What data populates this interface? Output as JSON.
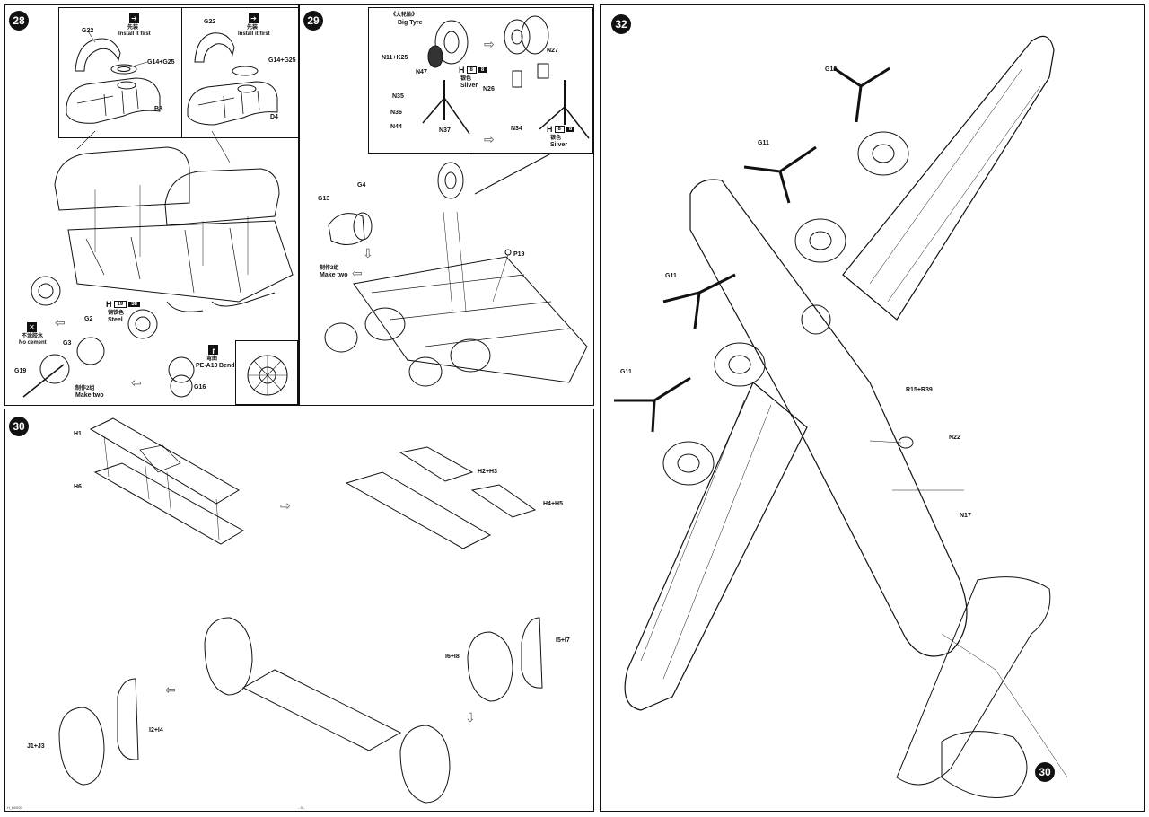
{
  "step28": {
    "number": "28",
    "inset_a": {
      "g22": "G22",
      "install_cn": "先装",
      "install_en": "Install it first",
      "g14g25": "G14+G25",
      "b8": "B8"
    },
    "inset_b": {
      "g22": "G22",
      "install_cn": "先装",
      "install_en": "Install it first",
      "g14g25": "G14+G25",
      "d4": "D4"
    },
    "paint": {
      "h": "H",
      "code": "19",
      "code2": "38",
      "cn": "钢铁色",
      "en": "Steel"
    },
    "no_cement_cn": "不涂胶水",
    "no_cement_en": "No cement",
    "g2": "G2",
    "g3": "G3",
    "g19": "G19",
    "make_two_cn": "制作2组",
    "make_two_en": "Make two",
    "bend_cn": "弯曲",
    "pe": "PE-A10",
    "bend_en": "Bend",
    "g16": "G16"
  },
  "step29": {
    "number": "29",
    "big_tyre_cn": "《大轮胎》",
    "big_tyre_en": "Big Tyre",
    "n11k25": "N11+K25",
    "n47": "N47",
    "n35": "N35",
    "n36": "N36",
    "n44": "N44",
    "n37": "N37",
    "paint_a": {
      "h": "H",
      "code": "8",
      "code2": "8",
      "cn": "银色",
      "en": "Silver"
    },
    "n27": "N27",
    "n26": "N26",
    "n34": "N34",
    "paint_b": {
      "h": "H",
      "code": "8",
      "code2": "8",
      "cn": "银色",
      "en": "Silver"
    },
    "g13": "G13",
    "g4": "G4",
    "p19": "P19",
    "make_two_cn": "制作2组",
    "make_two_en": "Make two"
  },
  "step30": {
    "number": "30",
    "h1": "H1",
    "h6": "H6",
    "h2h3": "H2+H3",
    "h4h5": "H4+H5",
    "i6i8": "I6+I8",
    "i5i7": "I5+I7",
    "j1j3": "J1+J3",
    "i2i4": "I2+I4"
  },
  "step32": {
    "number": "32",
    "g12": "G12",
    "g11a": "G11",
    "g11b": "G11",
    "g11c": "G11",
    "r15r39": "R15+R39",
    "n22": "N22",
    "n17": "N17",
    "ref30": "30"
  },
  "footer_left": "H_B0000",
  "footer_mid": "- 9 -"
}
